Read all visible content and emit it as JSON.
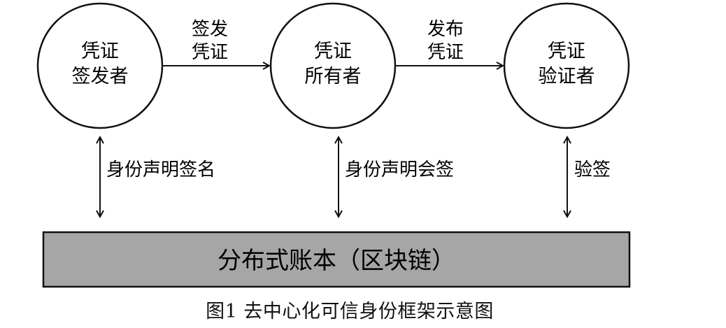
{
  "nodes": {
    "issuer": {
      "line1": "凭证",
      "line2": "签发者"
    },
    "holder": {
      "line1": "凭证",
      "line2": "所有者"
    },
    "verifier": {
      "line1": "凭证",
      "line2": "验证者"
    }
  },
  "edges": {
    "issue": {
      "line1": "签发",
      "line2": "凭证"
    },
    "publish": {
      "line1": "发布",
      "line2": "凭证"
    }
  },
  "vertical_labels": {
    "issuer_ledger": "身份声明签名",
    "holder_ledger": "身份声明会签",
    "verifier_ledger": "验签"
  },
  "ledger": {
    "label": "分布式账本（区块链）",
    "fill_color": "#a6a6a6"
  },
  "caption": "图1 去中心化可信身份框架示意图"
}
